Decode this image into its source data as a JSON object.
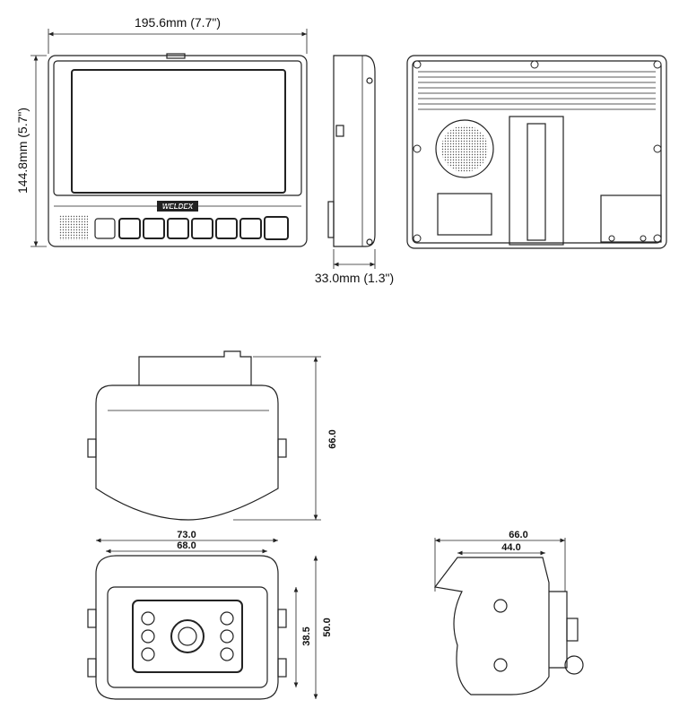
{
  "monitor": {
    "width_label": "195.6mm (7.7\")",
    "height_label": "144.8mm (5.7\")",
    "depth_label": "33.0mm (1.3\")",
    "brand": "WELDEX"
  },
  "camera": {
    "top_view_height": "66.0",
    "front_width_outer": "73.0",
    "front_width_inner": "68.0",
    "front_height_outer": "50.0",
    "front_height_inner": "38.5",
    "side_depth_outer": "66.0",
    "side_depth_inner": "44.0"
  }
}
